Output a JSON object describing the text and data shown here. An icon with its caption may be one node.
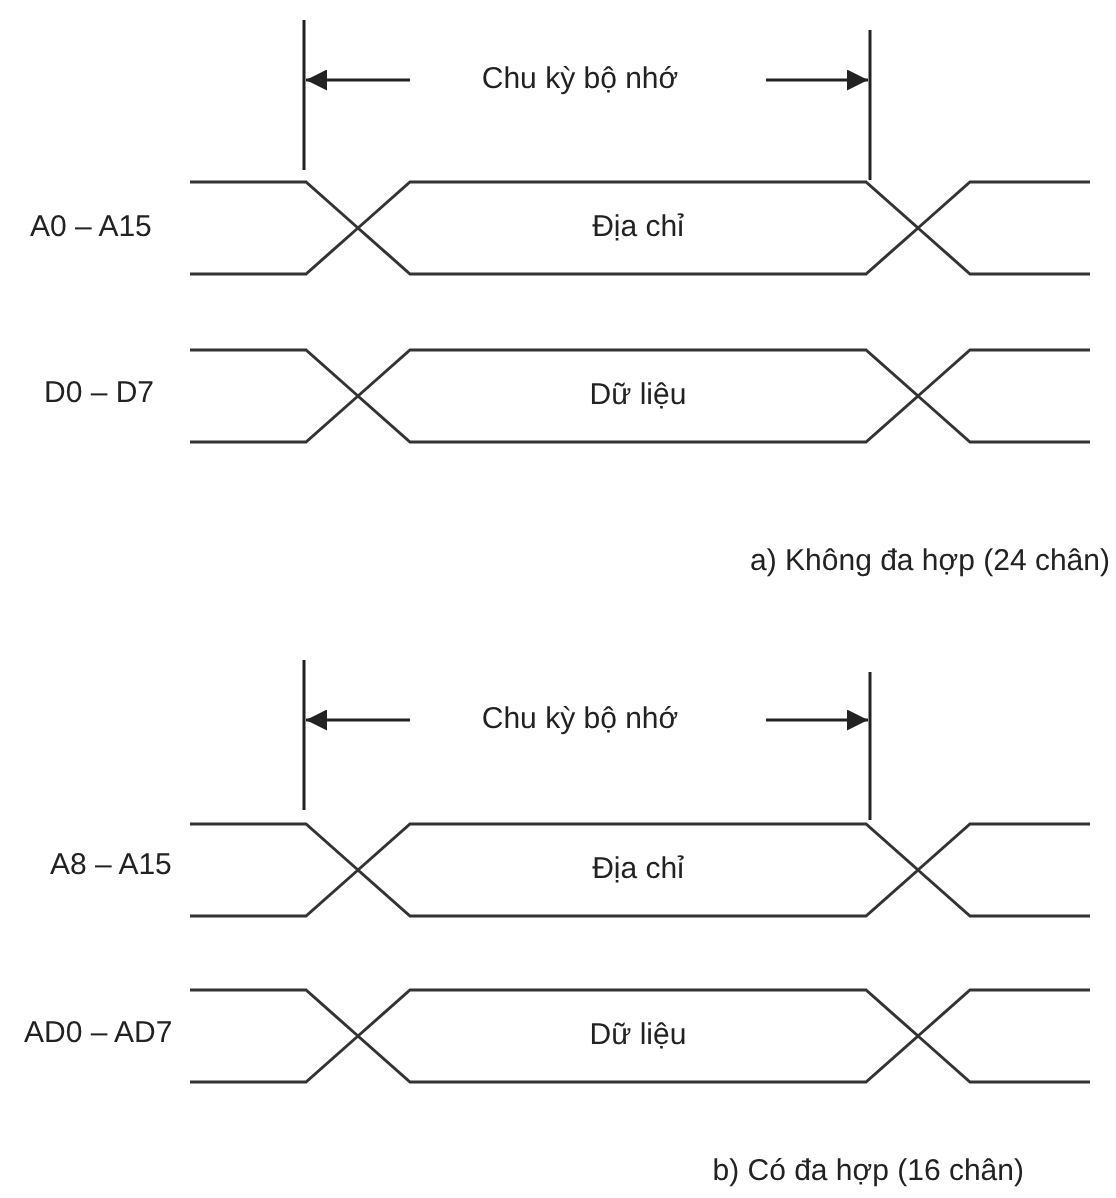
{
  "diagram": {
    "nodes": [
      {
        "text": [
          "Địa chỉ"
        ]
      },
      {
        "text": [
          "Dữ liệu"
        ]
      },
      {
        "text": [
          "Địa chỉ"
        ]
      },
      {
        "text": [
          "Dữ liệu"
        ]
      }
    ],
    "labels": [
      "Chu kỳ bộ nhớ",
      "A0 – A15",
      "D0 – D7",
      "a) Không đa hợp (24 chân)",
      "Chu kỳ bộ nhớ",
      "A8 – A15",
      "AD0 – AD7",
      "b) Có đa hợp (16 chân)"
    ]
  }
}
